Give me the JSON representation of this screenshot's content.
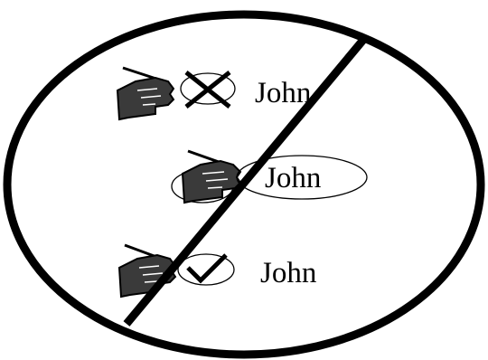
{
  "figure": {
    "rows": [
      {
        "name": "John",
        "mark": "cross"
      },
      {
        "name": "John",
        "mark": "circled-name"
      },
      {
        "name": "John",
        "mark": "check"
      }
    ],
    "prohibition_symbol": "no-sign",
    "colors": {
      "ink": "#000000",
      "hand": "#3a3a3a",
      "background": "#ffffff"
    }
  }
}
